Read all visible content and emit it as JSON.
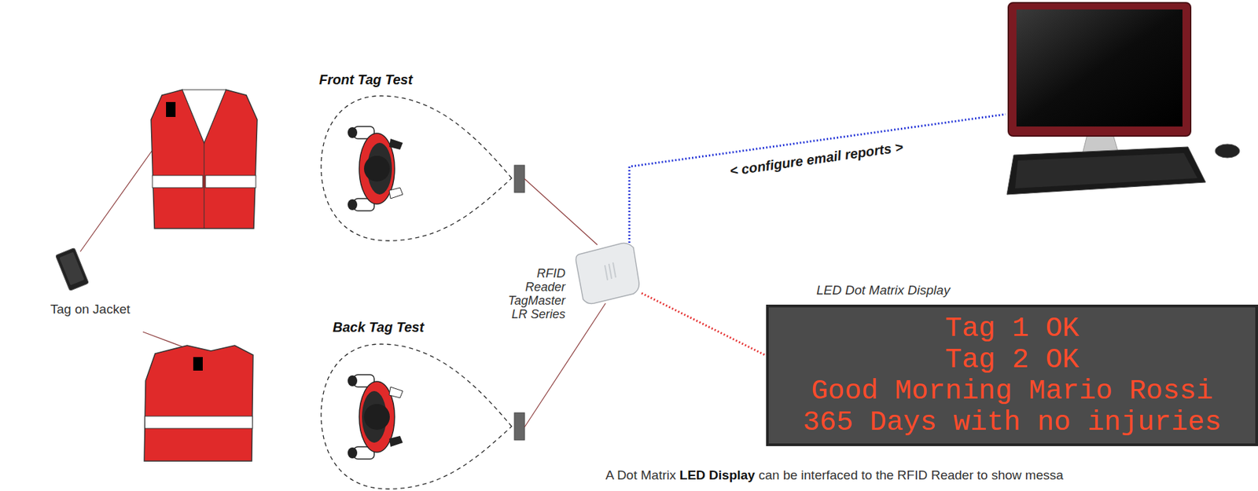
{
  "diagram": {
    "nodes": [
      {
        "text": [
          "RFID Reader TagMaster LR Series"
        ]
      },
      {
        "text": [
          "LED Dot Matrix Display",
          "Tag 1 OK",
          "Tag 2 OK",
          "Good Morning Mario Rossi",
          "365 Days with no injuries"
        ]
      }
    ],
    "edges": [
      {
        "from": 0,
        "to": 1,
        "arrow": "none"
      }
    ],
    "labels": [
      "Front Tag Test",
      "Back Tag Test",
      "Tag on Jacket",
      "< configure email reports >",
      "A Dot Matrix",
      "LED Display",
      "can be interfaced to the RFID Reader to show messa"
    ]
  }
}
